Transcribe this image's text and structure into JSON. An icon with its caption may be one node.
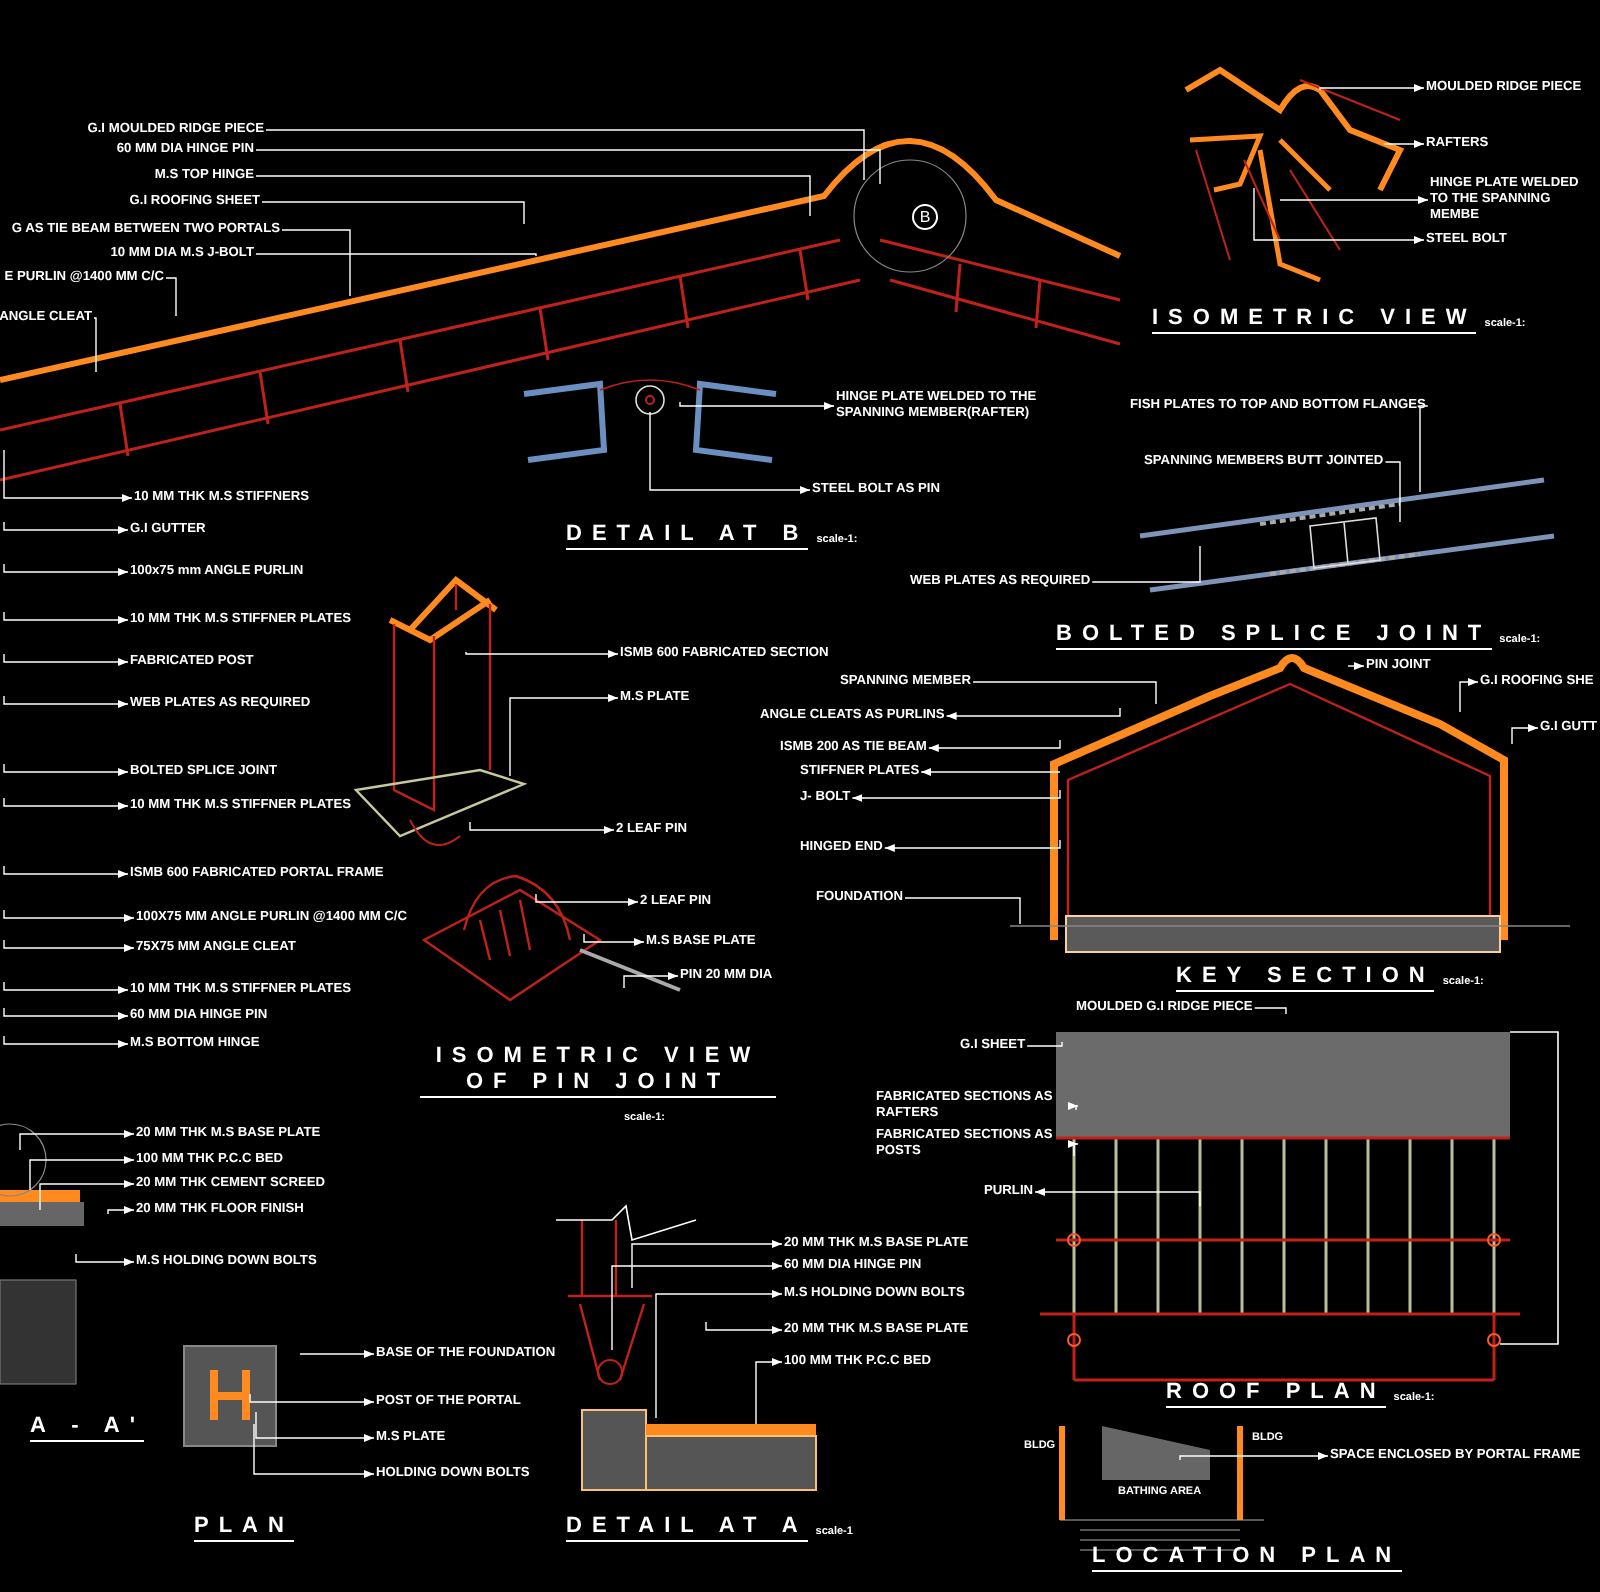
{
  "diagram": {
    "nodes": [
      {
        "text": [
          "G.I MOULDED RIDGE PIECE"
        ]
      },
      {
        "text": [
          "60 MM DIA HINGE PIN"
        ]
      },
      {
        "text": [
          "M.S TOP HINGE"
        ]
      },
      {
        "text": [
          "G.I ROOFING SHEET"
        ]
      },
      {
        "text": [
          "G AS TIE BEAM BETWEEN TWO PORTALS"
        ]
      },
      {
        "text": [
          "10 MM DIA M.S J-BOLT"
        ]
      },
      {
        "text": [
          "E PURLIN @1400 MM C/C"
        ]
      },
      {
        "text": [
          "ANGLE CLEAT"
        ]
      },
      {
        "text": [
          "10 MM THK M.S STIFFNERS"
        ]
      },
      {
        "text": [
          "HINGE PLATE WELDED TO THE SPANNING MEMBER(RAFTER)"
        ]
      },
      {
        "text": [
          "STEEL BOLT AS PIN"
        ]
      },
      {
        "text": [
          "MOULDED RIDGE PIECE"
        ]
      },
      {
        "text": [
          "RAFTERS"
        ]
      },
      {
        "text": [
          "HINGE PLATE WELDED TO THE SPANNING MEMBE"
        ]
      },
      {
        "text": [
          "STEEL BOLT"
        ]
      },
      {
        "text": [
          "FISH PLATES TO TOP AND BOTTOM FLANGES"
        ]
      },
      {
        "text": [
          "SPANNING MEMBERS BUTT JOINTED"
        ]
      },
      {
        "text": [
          "WEB PLATES AS REQUIRED"
        ]
      },
      {
        "text": [
          "G.I GUTTER"
        ]
      },
      {
        "text": [
          "100x75 mm ANGLE PURLIN"
        ]
      },
      {
        "text": [
          "10 MM THK M.S STIFFNER PLATES"
        ]
      },
      {
        "text": [
          "FABRICATED POST"
        ]
      },
      {
        "text": [
          "WEB PLATES AS REQUIRED"
        ]
      },
      {
        "text": [
          "BOLTED SPLICE JOINT"
        ]
      },
      {
        "text": [
          "10 MM THK M.S STIFFNER PLATES"
        ]
      },
      {
        "text": [
          "ISMB 600 FABRICATED PORTAL FRAME"
        ]
      },
      {
        "text": [
          "100X75 MM ANGLE PURLIN @1400 MM C/C"
        ]
      },
      {
        "text": [
          "75X75 MM ANGLE CLEAT"
        ]
      },
      {
        "text": [
          "10 MM THK M.S STIFFNER PLATES"
        ]
      },
      {
        "text": [
          "60 MM DIA HINGE PIN"
        ]
      },
      {
        "text": [
          "M.S BOTTOM HINGE"
        ]
      },
      {
        "text": [
          "20 MM THK M.S BASE PLATE"
        ]
      },
      {
        "text": [
          "100 MM THK P.C.C BED"
        ]
      },
      {
        "text": [
          "20 MM THK CEMENT SCREED"
        ]
      },
      {
        "text": [
          "20 MM THK FLOOR FINISH"
        ]
      },
      {
        "text": [
          "M.S HOLDING DOWN BOLTS"
        ]
      },
      {
        "text": [
          "ISMB 600 FABRICATED SECTION"
        ]
      },
      {
        "text": [
          "M.S PLATE"
        ]
      },
      {
        "text": [
          "2 LEAF PIN"
        ]
      },
      {
        "text": [
          "2 LEAF PIN"
        ]
      },
      {
        "text": [
          "M.S BASE PLATE"
        ]
      },
      {
        "text": [
          "PIN 20 MM DIA"
        ]
      },
      {
        "text": [
          "SPANNING MEMBER"
        ]
      },
      {
        "text": [
          "ANGLE CLEATS AS PURLINS"
        ]
      },
      {
        "text": [
          "ISMB 200 AS TIE BEAM"
        ]
      },
      {
        "text": [
          "STIFFNER PLATES"
        ]
      },
      {
        "text": [
          "J- BOLT"
        ]
      },
      {
        "text": [
          "HINGED END"
        ]
      },
      {
        "text": [
          "FOUNDATION"
        ]
      },
      {
        "text": [
          "PIN JOINT"
        ]
      },
      {
        "text": [
          "G.I ROOFING SHE"
        ]
      },
      {
        "text": [
          "G.I GUTT"
        ]
      },
      {
        "text": [
          "MOULDED G.I RIDGE PIECE"
        ]
      },
      {
        "text": [
          "G.I SHEET"
        ]
      },
      {
        "text": [
          "FABRICATED SECTIONS AS RAFTERS"
        ]
      },
      {
        "text": [
          "FABRICATED SECTIONS AS POSTS"
        ]
      },
      {
        "text": [
          "PURLIN"
        ]
      },
      {
        "text": [
          "SPACE ENCLOSED BY PORTAL FRAME"
        ]
      },
      {
        "text": [
          "BASE OF THE FOUNDATION"
        ]
      },
      {
        "text": [
          "POST OF THE PORTAL"
        ]
      },
      {
        "text": [
          "M.S PLATE"
        ]
      },
      {
        "text": [
          "HOLDING DOWN BOLTS"
        ]
      },
      {
        "text": [
          "20 MM THK M.S BASE PLATE"
        ]
      },
      {
        "text": [
          "60 MM DIA HINGE PIN"
        ]
      },
      {
        "text": [
          "M.S HOLDING DOWN BOLTS"
        ]
      },
      {
        "text": [
          "20 MM THK M.S BASE PLATE"
        ]
      },
      {
        "text": [
          "100 MM THK P.C.C BED"
        ]
      }
    ],
    "edges": [
      {
        "from": null,
        "to": 0,
        "arrow": "none"
      },
      {
        "from": null,
        "to": 1,
        "arrow": "none"
      },
      {
        "from": null,
        "to": 2,
        "arrow": "none"
      },
      {
        "from": null,
        "to": 3,
        "arrow": "none"
      },
      {
        "from": null,
        "to": 4,
        "arrow": "none"
      },
      {
        "from": null,
        "to": 5,
        "arrow": "none"
      },
      {
        "from": null,
        "to": 6,
        "arrow": "none"
      },
      {
        "from": null,
        "to": 7,
        "arrow": "none"
      },
      {
        "from": null,
        "to": 8,
        "arrow": "to"
      },
      {
        "from": null,
        "to": 9,
        "arrow": "to"
      },
      {
        "from": null,
        "to": 10,
        "arrow": "to"
      },
      {
        "from": null,
        "to": 11,
        "arrow": "to"
      },
      {
        "from": null,
        "to": 12,
        "arrow": "to"
      },
      {
        "from": null,
        "to": 13,
        "arrow": "to"
      },
      {
        "from": null,
        "to": 14,
        "arrow": "to"
      },
      {
        "from": null,
        "to": 15,
        "arrow": "none"
      },
      {
        "from": null,
        "to": 16,
        "arrow": "none"
      },
      {
        "from": null,
        "to": 17,
        "arrow": "none"
      },
      {
        "from": null,
        "to": 18,
        "arrow": "to"
      },
      {
        "from": null,
        "to": 19,
        "arrow": "to"
      },
      {
        "from": null,
        "to": 20,
        "arrow": "to"
      },
      {
        "from": null,
        "to": 21,
        "arrow": "to"
      },
      {
        "from": null,
        "to": 22,
        "arrow": "to"
      },
      {
        "from": null,
        "to": 23,
        "arrow": "to"
      },
      {
        "from": null,
        "to": 24,
        "arrow": "to"
      },
      {
        "from": null,
        "to": 25,
        "arrow": "to"
      },
      {
        "from": null,
        "to": 26,
        "arrow": "to"
      },
      {
        "from": null,
        "to": 27,
        "arrow": "to"
      },
      {
        "from": null,
        "to": 28,
        "arrow": "to"
      },
      {
        "from": null,
        "to": 29,
        "arrow": "to"
      },
      {
        "from": null,
        "to": 30,
        "arrow": "to"
      },
      {
        "from": null,
        "to": 31,
        "arrow": "to"
      },
      {
        "from": null,
        "to": 32,
        "arrow": "to"
      },
      {
        "from": null,
        "to": 33,
        "arrow": "to"
      },
      {
        "from": null,
        "to": 34,
        "arrow": "to"
      },
      {
        "from": null,
        "to": 35,
        "arrow": "to"
      },
      {
        "from": null,
        "to": 36,
        "arrow": "to"
      },
      {
        "from": null,
        "to": 37,
        "arrow": "to"
      },
      {
        "from": null,
        "to": 38,
        "arrow": "to"
      },
      {
        "from": null,
        "to": 39,
        "arrow": "to"
      },
      {
        "from": null,
        "to": 40,
        "arrow": "to"
      },
      {
        "from": null,
        "to": 41,
        "arrow": "to"
      },
      {
        "from": null,
        "to": 42,
        "arrow": "none"
      },
      {
        "from": null,
        "to": 43,
        "arrow": "to"
      },
      {
        "from": null,
        "to": 44,
        "arrow": "to"
      },
      {
        "from": null,
        "to": 45,
        "arrow": "to"
      },
      {
        "from": null,
        "to": 46,
        "arrow": "to"
      },
      {
        "from": null,
        "to": 47,
        "arrow": "to"
      },
      {
        "from": null,
        "to": 48,
        "arrow": "none"
      },
      {
        "from": null,
        "to": 49,
        "arrow": "to"
      },
      {
        "from": null,
        "to": 50,
        "arrow": "to"
      },
      {
        "from": null,
        "to": 51,
        "arrow": "to"
      },
      {
        "from": null,
        "to": 52,
        "arrow": "none"
      },
      {
        "from": null,
        "to": 53,
        "arrow": "none"
      },
      {
        "from": null,
        "to": 54,
        "arrow": "to"
      },
      {
        "from": null,
        "to": 55,
        "arrow": "to"
      },
      {
        "from": null,
        "to": 56,
        "arrow": "to"
      },
      {
        "from": null,
        "to": 57,
        "arrow": "to"
      },
      {
        "from": null,
        "to": 58,
        "arrow": "to"
      },
      {
        "from": null,
        "to": 59,
        "arrow": "to"
      },
      {
        "from": null,
        "to": 60,
        "arrow": "to"
      },
      {
        "from": null,
        "to": 61,
        "arrow": "to"
      },
      {
        "from": null,
        "to": 62,
        "arrow": "to"
      },
      {
        "from": null,
        "to": 63,
        "arrow": "to"
      },
      {
        "from": null,
        "to": 64,
        "arrow": "to"
      },
      {
        "from": null,
        "to": 65,
        "arrow": "to"
      },
      {
        "from": null,
        "to": 66,
        "arrow": "to"
      }
    ],
    "labels": [
      "ISOMETRIC VIEW",
      "scale-1:",
      "B",
      "DETAIL AT B",
      "scale-1:",
      "BOLTED SPLICE JOINT",
      "scale-1:",
      "KEY SECTION",
      "scale-1:",
      "ISOMETRIC VIEW OF PIN JOINT",
      "scale-1:",
      "ROOF PLAN",
      "scale-1:",
      "A - A'",
      "BLDG",
      "BATHING AREA",
      "BLDG",
      "PLAN",
      "DETAIL AT A",
      "scale-1",
      "LOCATION PLAN"
    ]
  }
}
